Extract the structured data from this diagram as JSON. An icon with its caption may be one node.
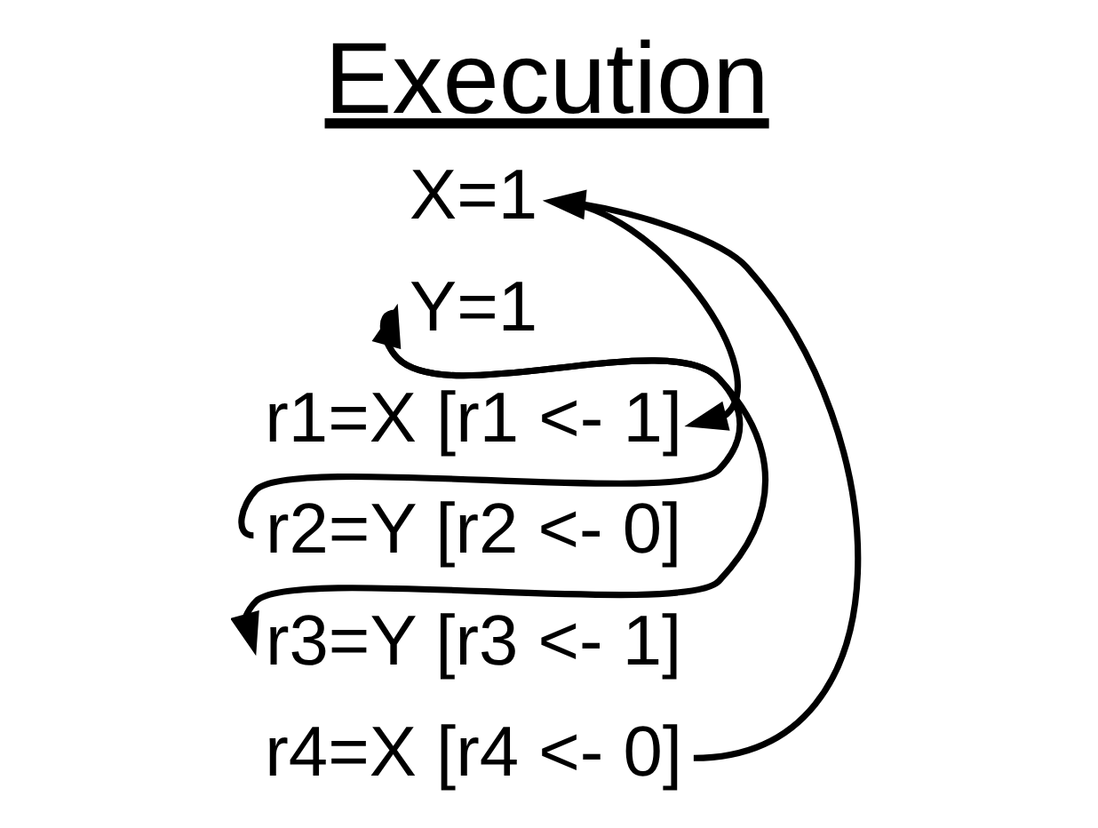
{
  "diagram": {
    "title": "Execution",
    "nodes": [
      {
        "text": [
          "X=1"
        ]
      },
      {
        "text": [
          "Y=1"
        ]
      },
      {
        "text": [
          "r1=X [r1 <- 1]"
        ]
      },
      {
        "text": [
          "r2=Y [r2 <- 0]"
        ]
      },
      {
        "text": [
          "r3=Y [r3 <- 1]"
        ]
      },
      {
        "text": [
          "r4=X [r4 <- 0]"
        ]
      }
    ],
    "edges": [
      {
        "from": 0,
        "to": 2,
        "arrow": "to"
      },
      {
        "from": 5,
        "to": 0,
        "arrow": "to"
      },
      {
        "from": 3,
        "to": 1,
        "arrow": "to"
      },
      {
        "from": 1,
        "to": 4,
        "arrow": "to"
      }
    ]
  }
}
